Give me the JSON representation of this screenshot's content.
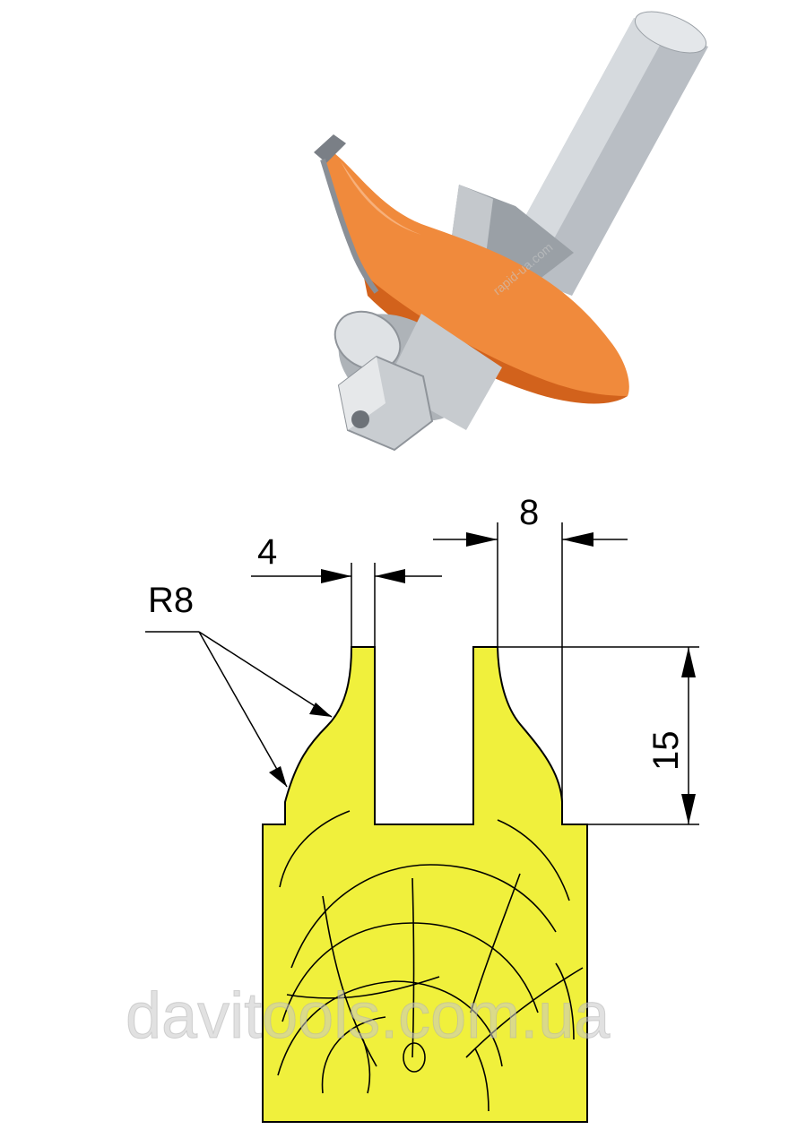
{
  "product_photo": {
    "subject": "router-bit-with-bearing",
    "colors": {
      "body": "#f08a3c",
      "body_dark": "#d2621c",
      "shank": "#b9bec4",
      "metal": "#9aa0a6"
    }
  },
  "profile_drawing": {
    "colors": {
      "fill": "#f0f03c",
      "stroke": "#000000",
      "dimension_line": "#000000"
    },
    "dimensions": {
      "radius": "R8",
      "slot_width": "4",
      "tongue_width": "8",
      "height": "15"
    }
  },
  "watermarks": {
    "main": "davitools.com.ua",
    "photo": "rapid-ua.com"
  }
}
